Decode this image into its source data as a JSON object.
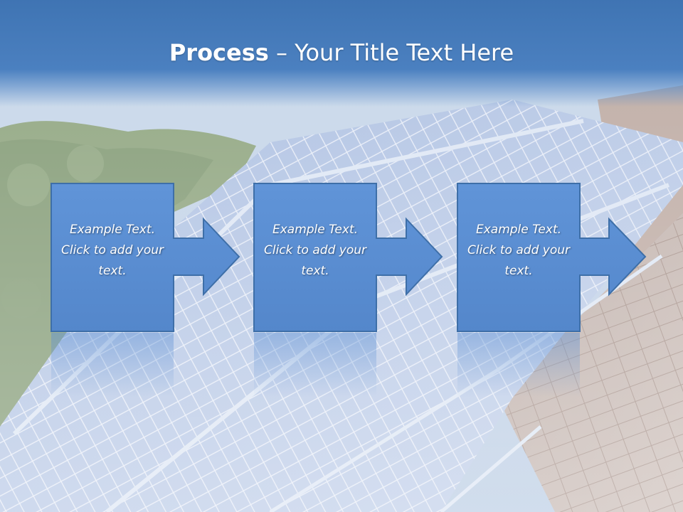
{
  "slide": {
    "title_bold": "Process",
    "title_rest": " – Your Title Text Here"
  },
  "steps": [
    {
      "text": "Example Text. Click  to add your text."
    },
    {
      "text": "Example Text. Click  to add your text."
    },
    {
      "text": "Example Text. Click  to add your text."
    }
  ],
  "colors": {
    "title_band": "#4a7fbf",
    "box_fill": "#5b8fd4",
    "box_border": "#3e6fa8",
    "text": "#ffffff"
  },
  "icons": [
    "right-arrow-shape"
  ]
}
